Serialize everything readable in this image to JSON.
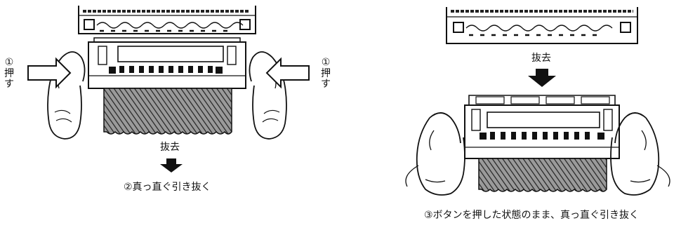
{
  "left_panel": {
    "push_step_left": [
      "①",
      "押",
      "す"
    ],
    "push_step_right": [
      "①",
      "押",
      "す"
    ],
    "remove_label": "抜去",
    "caption": "②真っ直ぐ引き抜く"
  },
  "right_panel": {
    "remove_label": "抜去",
    "caption": "③ボタンを押した状態のまま、真っ直ぐ引き抜く"
  }
}
